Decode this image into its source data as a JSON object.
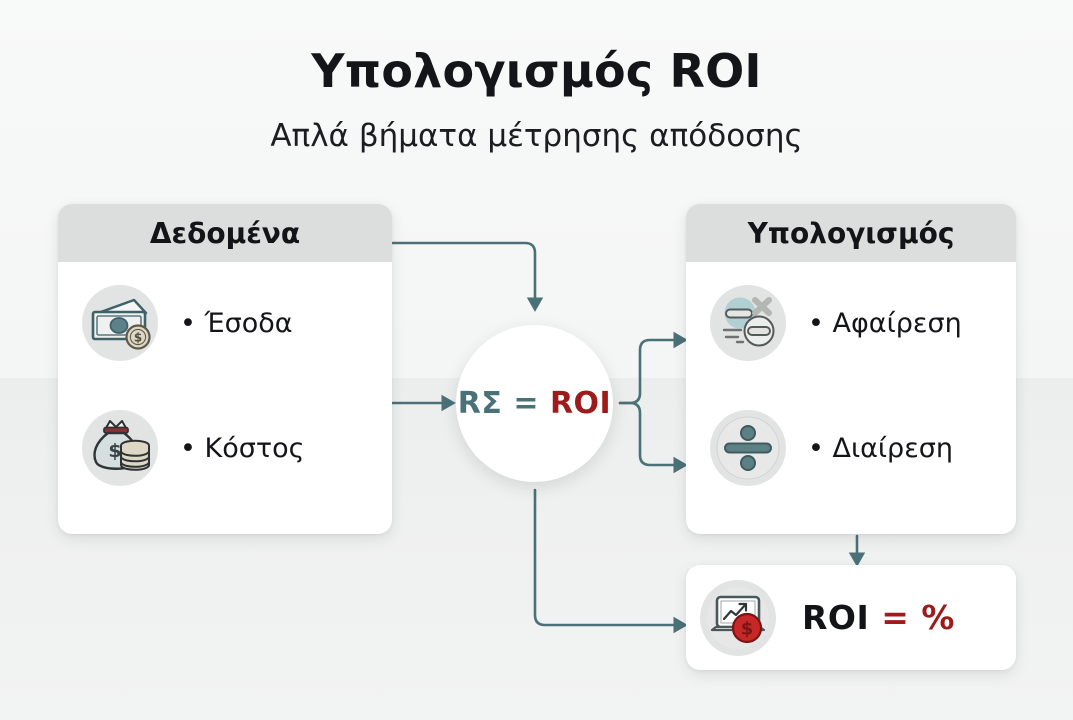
{
  "header": {
    "title": "Υπολογισμός ROI",
    "subtitle": "Απλά βήματα μέτρησης απόδοσης"
  },
  "colors": {
    "accent_teal": "#4a7078",
    "accent_red": "#9e1b1b",
    "card_header_bg": "#dcdddd",
    "card_bg": "#ffffff",
    "page_bg": "#f2f3f4",
    "badge_bg": "#e2e3e3",
    "text_dark": "#131417"
  },
  "cards": {
    "data": {
      "title": "Δεδομένα",
      "items": [
        {
          "label": "• Έσοδα",
          "icon": "banknote-icon"
        },
        {
          "label": "• Κόστος",
          "icon": "money-bag-icon"
        }
      ]
    },
    "calc": {
      "title": "Υπολογισμός",
      "items": [
        {
          "label": "• Αφαίρεση",
          "icon": "subtraction-icon"
        },
        {
          "label": "• Διαίρεση",
          "icon": "division-icon"
        }
      ]
    },
    "result": {
      "icon": "laptop-chart-dollar-icon",
      "text_primary": "ROI",
      "text_secondary": "= %"
    }
  },
  "center": {
    "formula_left": "RΣ =",
    "formula_right": "ROI"
  },
  "connectors": [
    {
      "name": "data-header-to-center",
      "from": "data-card-header",
      "to": "center-circle"
    },
    {
      "name": "data-body-to-center",
      "from": "data-card-body",
      "to": "center-circle"
    },
    {
      "name": "center-to-subtraction",
      "from": "center-circle",
      "to": "calc-card-row-1"
    },
    {
      "name": "center-to-division",
      "from": "center-circle",
      "to": "calc-card-row-2"
    },
    {
      "name": "center-to-result",
      "from": "center-circle",
      "to": "result-card"
    },
    {
      "name": "calc-to-result",
      "from": "calc-card",
      "to": "result-card"
    }
  ]
}
